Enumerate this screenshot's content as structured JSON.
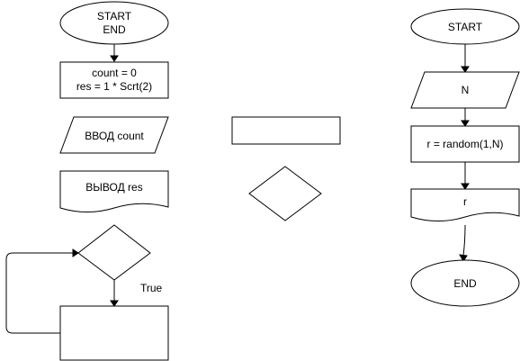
{
  "left_flow": {
    "start_terminal": {
      "line1": "START",
      "line2": "END"
    },
    "init_process": {
      "line1": "count = 0",
      "line2": "res = 1 * Scrt(2)"
    },
    "input_count": "ВВОД count",
    "output_res": "ВЫВОД  res",
    "loop_true_label": "True"
  },
  "right_flow": {
    "start": "START",
    "input_n": "N",
    "random_process": "r = random(1,N)",
    "output_r": "r",
    "end": "END"
  }
}
